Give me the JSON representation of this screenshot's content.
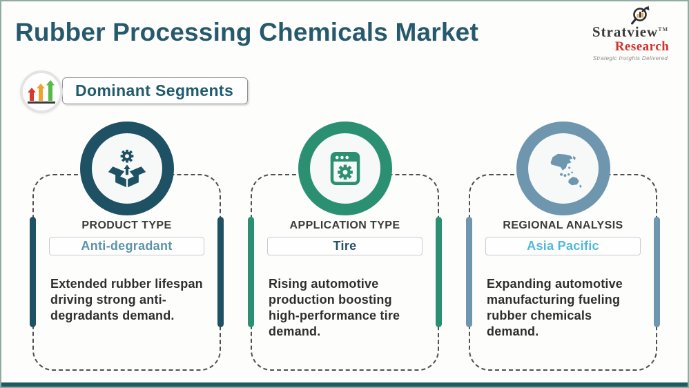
{
  "page": {
    "title": "Rubber Processing Chemicals Market",
    "badge": {
      "label": "Dominant Segments"
    },
    "logo": {
      "brand": "Stratview",
      "tm": "TM",
      "sub": "Research",
      "tagline": "Strategic Insights Delivered"
    },
    "colors": {
      "title": "#27596c",
      "page_border": "#8fac9e",
      "bottom_band": "#1a5b64",
      "badge_text": "#1e5b6e",
      "arrow_red": "#d8392b",
      "arrow_orange": "#f0a22e",
      "arrow_green": "#57b947",
      "research_red": "#d2322a"
    }
  },
  "cards": [
    {
      "heading": "PRODUCT TYPE",
      "value": "Anti-degradant",
      "body": "Extended rubber lifespan driving strong anti-degradants demand.",
      "icon": "open-box-gear-icon",
      "theme": "#1d5163",
      "value_color": "#5b94a8"
    },
    {
      "heading": "APPLICATION TYPE",
      "value": "Tire",
      "body": "Rising automotive production boosting high-performance tire demand.",
      "icon": "browser-gear-icon",
      "theme": "#2b9072",
      "value_color": "#274f66"
    },
    {
      "heading": "REGIONAL ANALYSIS",
      "value": "Asia Pacific",
      "body": "Expanding automotive manufacturing fueling rubber chemicals demand.",
      "icon": "asia-pacific-map-icon",
      "theme": "#6e96af",
      "value_color": "#4fb9d9"
    }
  ]
}
